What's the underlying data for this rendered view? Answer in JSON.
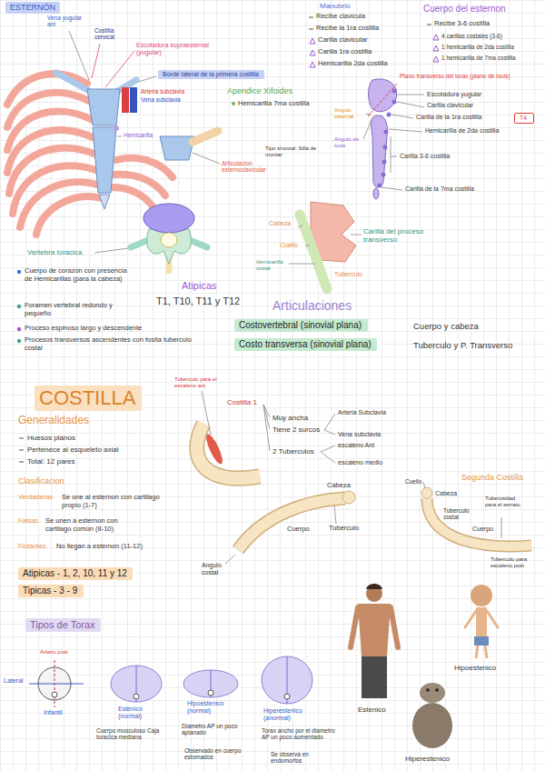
{
  "diagram": {
    "title": "ESTERNÓN",
    "nodes": [
      {
        "text": [
          "Borde lateral de la primera costilla"
        ]
      },
      {
        "text": [
          "T4"
        ]
      },
      {
        "text": [
          "Costovertebral (sinovial plana)"
        ]
      },
      {
        "text": [
          "Costo transversa (sinovial plana)"
        ]
      },
      {
        "text": [
          "COSTILLA"
        ]
      },
      {
        "text": [
          "Atipicas - 1, 2, 10, 11 y 12"
        ]
      },
      {
        "text": [
          "Tipicas - 3 - 9"
        ]
      },
      {
        "text": [
          "Tipos de Torax"
        ]
      }
    ],
    "labels": [
      "Vena yugular ant",
      "Costilla cervical",
      "Escotadura supraesternal (yugular)",
      "Arteria subclavia",
      "Vena subclavia",
      "Hemicarilla",
      "Apendice Xifoides",
      "Hemicarilla 7ma costilla",
      "Tipo sinovial: Silla de montar",
      "Articulacion esternoclavicular",
      "Manubrio",
      "Recibe clavicula",
      "Recibe la 1ra costilla",
      "Carilla clavicular",
      "Carilla 1ra costilla",
      "Hemicarilla 2da costilla",
      "Cuerpo del esternon",
      "Recibe 3-6 costilla",
      "4 carillas costales (3-6)",
      "1 hemicarilla de 2da costilla",
      "1 hemicarilla de 7ma costilla",
      "Plano transverso del torax (plano de louis)",
      "Escotadura yugular",
      "Carilla clavicular",
      "Carilla de la 1ra costilla",
      "Hemicarilla de 2da costilla",
      "Angulo esternal",
      "Angulo de louis",
      "Carilla 3-6 costilla",
      "Carilla de la 7ma costilla",
      "Vertebra toracica",
      "Cuerpo de corazón con presencia de Hemicarillas (para la cabeza)",
      "Foramen vertebral redondo y pequeño",
      "Proceso espinoso largo y descendente",
      "Procesos transversos ascendentes con fosita tuberculo costal",
      "Atipicas",
      "T1, T10, T11 y T12",
      "Articulaciones",
      "Cuerpo y cabeza",
      "Tuberculo y P. Transverso",
      "Cabeza",
      "Cuello",
      "Hemicarilla costal",
      "Tuberculo",
      "Carilla del proceso transverso",
      "Generalidades",
      "Huesos planos",
      "Pertenece al esqueleto axial",
      "Total: 12 pares",
      "Clasificacion",
      "Verdaderas",
      "Se une al esternon con cartilago propio (1-7)",
      "Falsas",
      "Se unen a esternon con cartilago común (8-10)",
      "Flotantes",
      "No llegan a esternon (11-12)",
      "Costilla 1",
      "Tuberculo para el escaleno ant",
      "Muy ancha",
      "Tiene 2 surcos",
      "2 Tuberculos",
      "Arteria Subclavia",
      "Vena subclavia",
      "escaleno Ant",
      "escaleno medio",
      "Cabeza",
      "Cuerpo",
      "Tuberculo",
      "Angulo costal",
      "Segunda Costilla",
      "Cuello",
      "Cabeza",
      "Tuberosidad para el serrato",
      "Tuberculo costal",
      "Cuerpo",
      "Tuberculo para escaleno post",
      "Antero post",
      "Lateral",
      "Infantil",
      "Estenico (normal)",
      "Hipoestenico (normal)",
      "Hiperestenico (anormal)",
      "Cuerpo musculoso Caja toracica mediana",
      "Diametro AP un poco aplanado",
      "Observado en cuerpo estomados",
      "Torax ancho por el diametro AP un poco aumentado",
      "Se observa en endomorfos",
      "Estenico",
      "Hipoestenico",
      "Hiperestenico"
    ]
  }
}
